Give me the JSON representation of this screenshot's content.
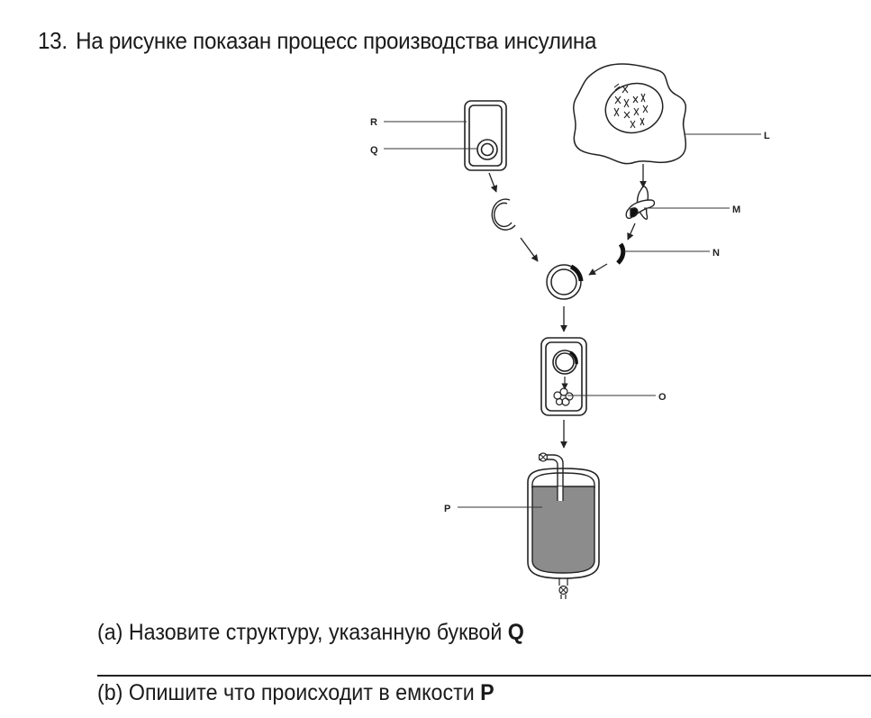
{
  "question": {
    "number": "13.",
    "title": "На рисунке показан процесс производства инсулина"
  },
  "diagram": {
    "labels": {
      "R": "R",
      "Q": "Q",
      "L": "L",
      "M": "M",
      "N": "N",
      "O": "O",
      "P": "P"
    },
    "colors": {
      "line": "#222222",
      "liquid": "#8c8c8c"
    }
  },
  "subquestions": [
    {
      "prefix": "(a) Назовите структуру, указанную буквой ",
      "letter": "Q"
    },
    {
      "prefix": "(b) Опишите что происходит в емкости ",
      "letter": "P"
    }
  ]
}
